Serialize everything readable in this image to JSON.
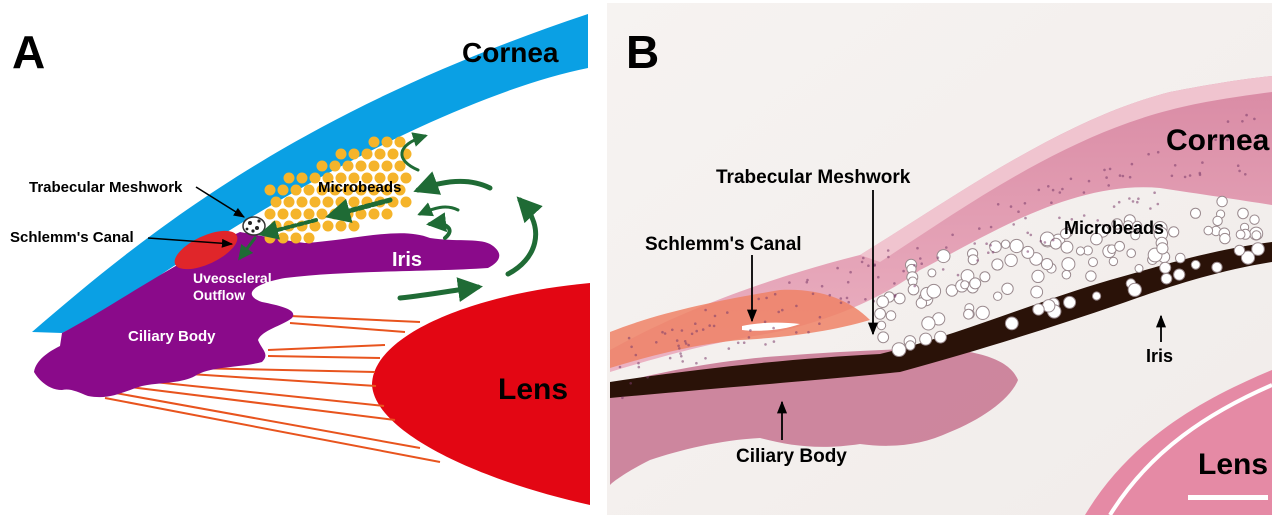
{
  "panel_a": {
    "letter": "A",
    "labels": {
      "cornea": "Cornea",
      "trabecular_meshwork": "Trabecular Meshwork",
      "schlemms_canal": "Schlemm's Canal",
      "microbeads": "Microbeads",
      "uveoscleral_1": "Uveoscleral",
      "uveoscleral_2": "Outflow",
      "iris": "Iris",
      "ciliary_body": "Ciliary Body",
      "lens": "Lens"
    }
  },
  "panel_b": {
    "letter": "B",
    "labels": {
      "cornea": "Cornea",
      "trabecular_meshwork": "Trabecular Meshwork",
      "schlemms_canal": "Schlemm's Canal",
      "microbeads": "Microbeads",
      "iris": "Iris",
      "ciliary_body": "Ciliary Body",
      "lens": "Lens"
    }
  },
  "colors": {
    "cornea": "#0aa0e4",
    "iris": "#8a0a8a",
    "lens": "#e30613",
    "schlemm": "#e0262a",
    "microbead": "#f5b42a",
    "arrow": "#1f6b35",
    "zonule": "#e8541e",
    "tissue_pink": "#e8a2b4",
    "pigment": "#2a1208"
  }
}
